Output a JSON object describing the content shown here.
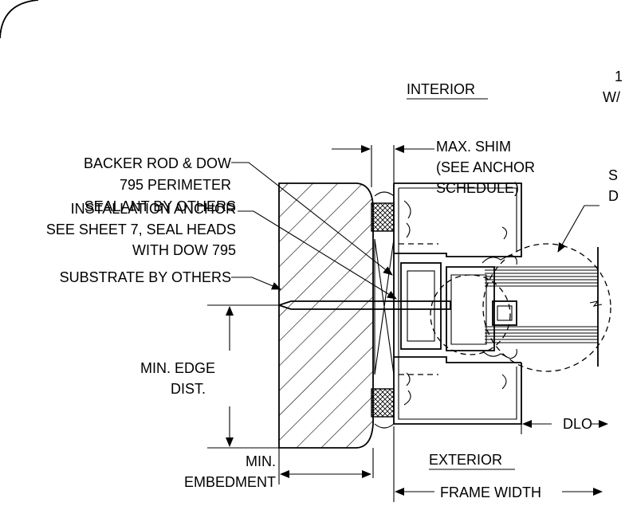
{
  "labels": {
    "interior": "INTERIOR",
    "exterior": "EXTERIOR",
    "backer_rod_1": "BACKER ROD & DOW",
    "backer_rod_2": "795 PERIMETER",
    "backer_rod_3": "SEALANT BY OTHERS",
    "anchor_1": "INSTALLATION ANCHOR",
    "anchor_2": "SEE SHEET 7, SEAL HEADS",
    "anchor_3": "WITH DOW 795",
    "substrate": "SUBSTRATE BY OTHERS",
    "max_shim_1": "MAX. SHIM",
    "max_shim_2": "(SEE ANCHOR",
    "max_shim_3": "SCHEDULE)",
    "min_edge_1": "MIN. EDGE",
    "min_edge_2": "DIST.",
    "min_embed_1": "MIN.",
    "min_embed_2": "EMBEDMENT",
    "dlo": "DLO",
    "frame_width": "FRAME WIDTH",
    "cut_top_1": "1",
    "cut_top_2": "W/",
    "cut_right_1": "S",
    "cut_right_2": "D"
  }
}
